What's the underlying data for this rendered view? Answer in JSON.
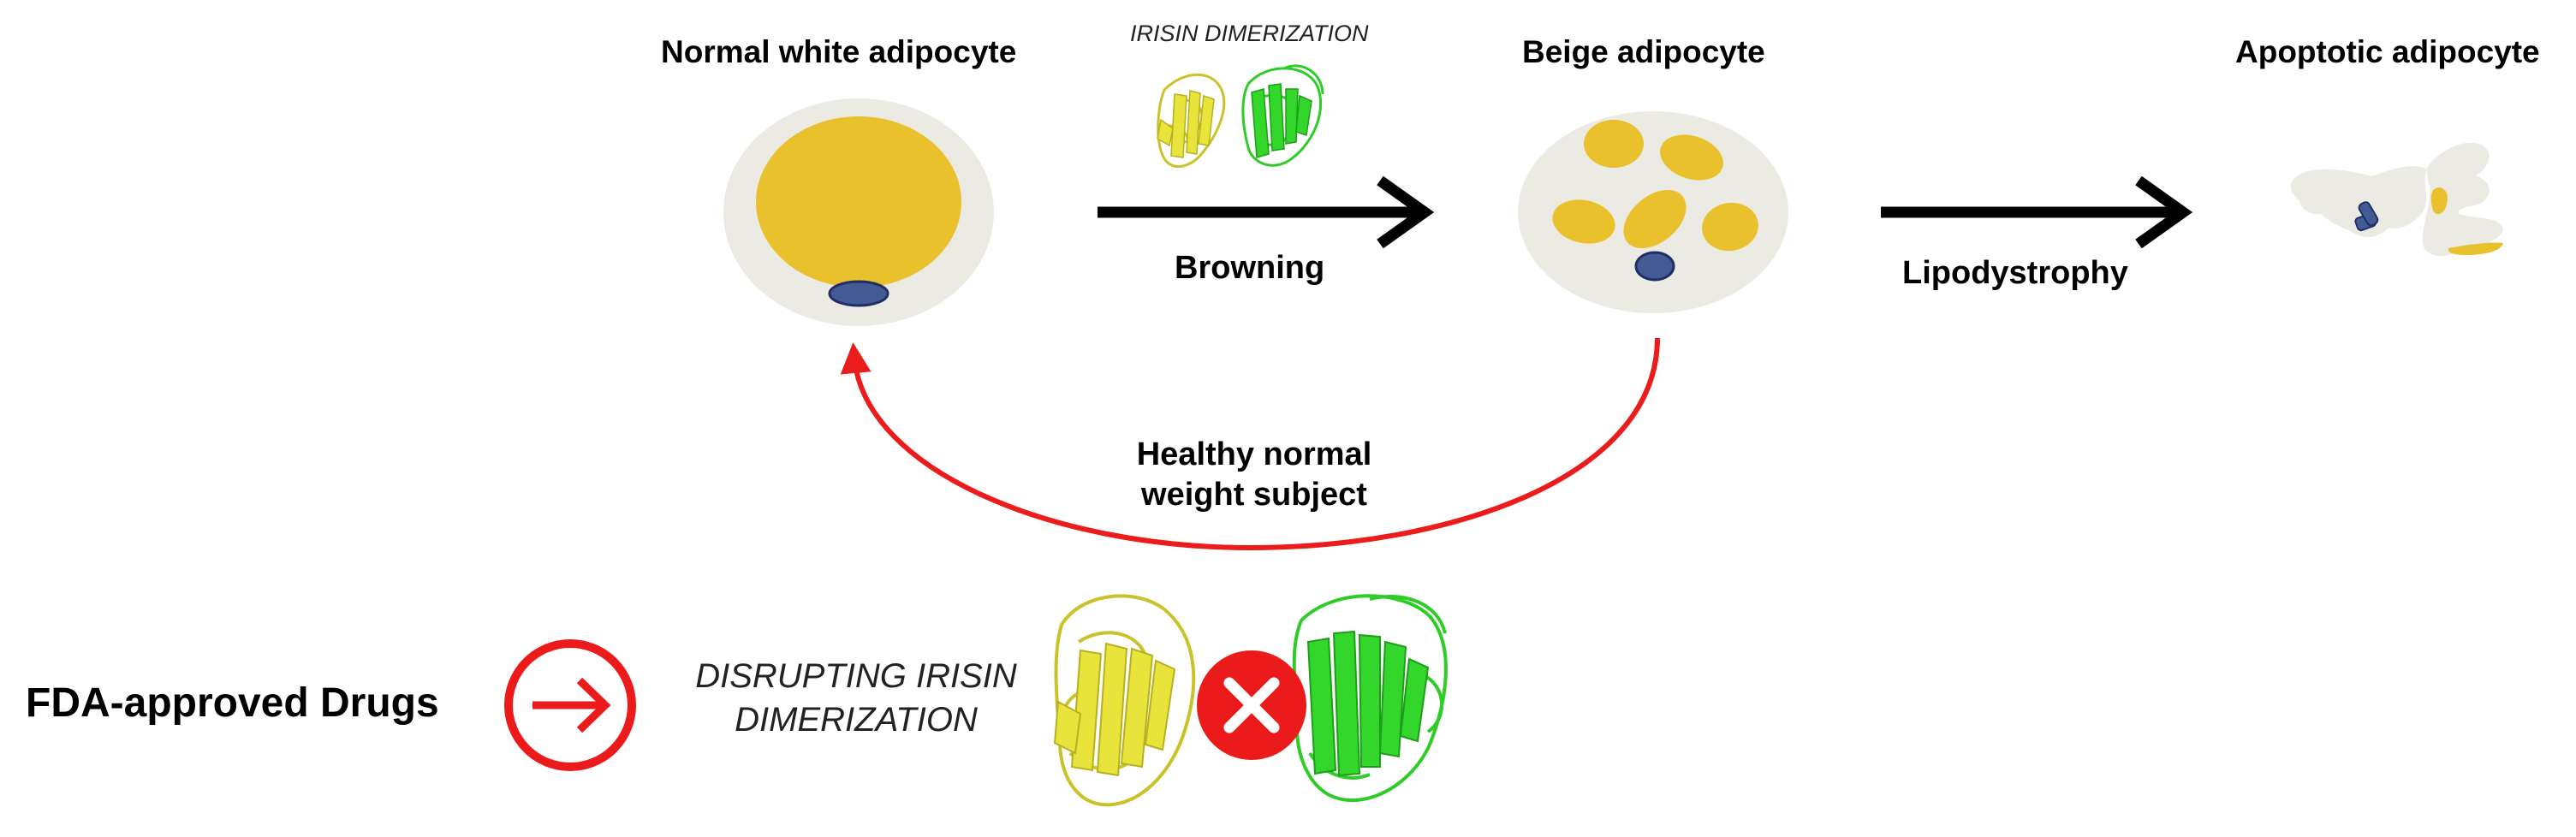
{
  "cells": {
    "white": {
      "title": "Normal white adipocyte"
    },
    "beige": {
      "title": "Beige adipocyte"
    },
    "apoptotic": {
      "title": "Apoptotic adipocyte"
    }
  },
  "top_protein": {
    "caption": "IRISIN DIMERIZATION"
  },
  "arrows": {
    "browning": "Browning",
    "lipodystrophy": "Lipodystrophy",
    "return": {
      "line1": "Healthy normal",
      "line2": "weight subject"
    }
  },
  "bottom": {
    "drugs_label": "FDA-approved Drugs",
    "action_line1": "DISRUPTING IRISIN",
    "action_line2": "DIMERIZATION"
  },
  "colors": {
    "cell_body": "#ecebe3",
    "lipid": "#e8c12c",
    "nucleus": "#445a95",
    "nucleus_edge": "#1f2f66",
    "black_arrow": "#000000",
    "red_arrow": "#ea1c1c",
    "yellow_protein": "#e9e43b",
    "green_protein": "#2ecc27",
    "block_circle": "#ec1b1b"
  },
  "icons": {
    "drug_icon": "circled-right-arrow-icon",
    "block_icon": "x-circle-icon"
  }
}
